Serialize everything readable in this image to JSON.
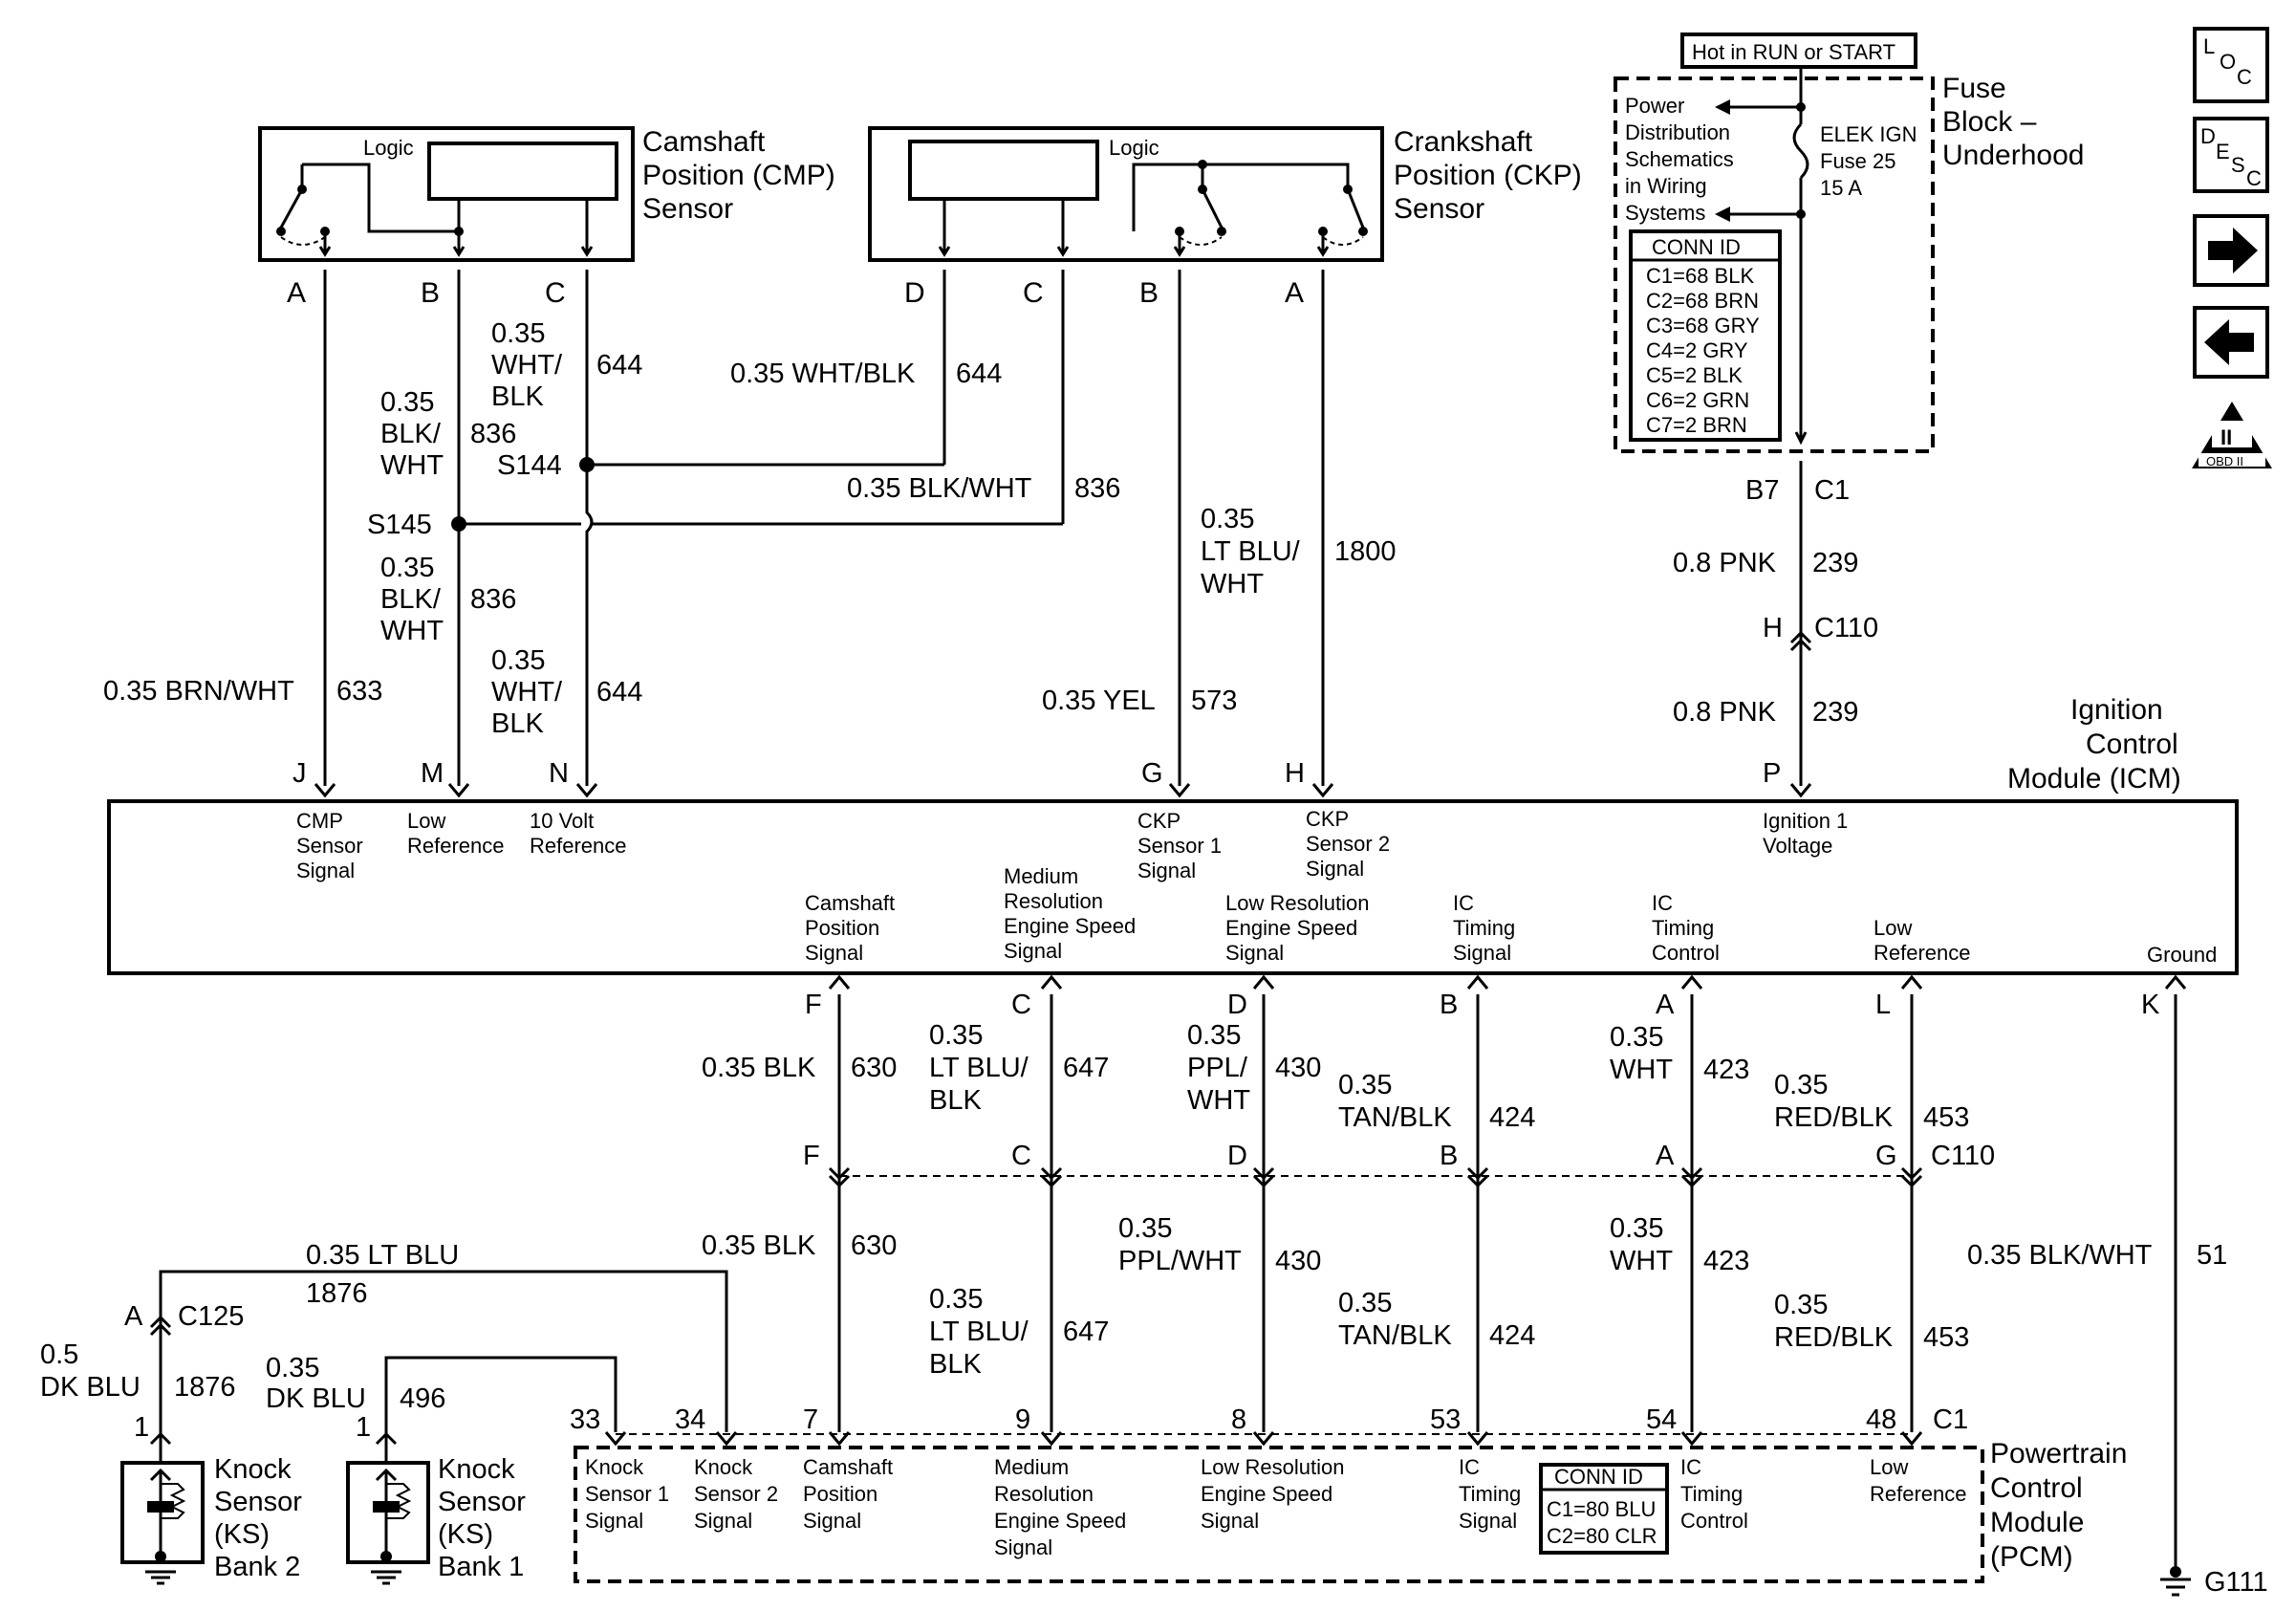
{
  "nav": {
    "loc_l": "L",
    "loc_o": "O",
    "loc_c": "C",
    "desc_d": "D",
    "desc_e": "E",
    "desc_s": "S",
    "desc_c": "C",
    "obd_roman": "II",
    "obd_label": "OBD II"
  },
  "cmp_sensor": {
    "logic": "Logic",
    "title": [
      "Camshaft",
      "Position (CMP)",
      "Sensor"
    ],
    "pins": [
      "A",
      "B",
      "C"
    ]
  },
  "ckp_sensor": {
    "logic": "Logic",
    "title": [
      "Crankshaft",
      "Position (CKP)",
      "Sensor"
    ],
    "pins": [
      "D",
      "C",
      "B",
      "A"
    ]
  },
  "fuse_block": {
    "hot_label": "Hot in RUN or START",
    "power_dist": [
      "Power",
      "Distribution",
      "Schematics",
      "in Wiring",
      "Systems"
    ],
    "fuse": [
      "ELEK IGN",
      "Fuse 25",
      "15 A"
    ],
    "title": [
      "Fuse",
      "Block –",
      "Underhood"
    ],
    "conn_id_title": "CONN ID",
    "conn_ids": [
      "C1=68 BLK",
      "C2=68 BRN",
      "C3=68 GRY",
      "C4=2 GRY",
      "C5=2 BLK",
      "C6=2 GRN",
      "C7=2 BRN"
    ]
  },
  "wires_upper": {
    "cmp_a": {
      "size_color": "0.35 BRN/WHT",
      "circuit": "633"
    },
    "cmp_b_top": {
      "size_color": [
        "0.35",
        "BLK/",
        "WHT"
      ],
      "circuit": "836"
    },
    "cmp_b_bot": {
      "size_color": [
        "0.35",
        "BLK/",
        "WHT"
      ],
      "circuit": "836"
    },
    "cmp_c_top": {
      "size_color": [
        "0.35",
        "WHT/",
        "BLK"
      ],
      "circuit": "644"
    },
    "cmp_c_bot": {
      "size_color": [
        "0.35",
        "WHT/",
        "BLK"
      ],
      "circuit": "644"
    },
    "ckp_d": {
      "size_color": "0.35 WHT/BLK",
      "circuit": "644"
    },
    "ckp_c": {
      "size_color": "0.35 BLK/WHT",
      "circuit": "836"
    },
    "ckp_b": {
      "size_color": "0.35 YEL",
      "circuit": "573"
    },
    "ckp_a": {
      "size_color": [
        "0.35",
        "LT BLU/",
        "WHT"
      ],
      "circuit": "1800"
    },
    "splice_s144": "S144",
    "splice_s145": "S145",
    "ign_top": {
      "size_color": "0.8 PNK",
      "circuit": "239"
    },
    "ign_bot": {
      "size_color": "0.8 PNK",
      "circuit": "239"
    },
    "fuse_conn": {
      "pin": "B7",
      "conn": "C1"
    },
    "c110_upper": {
      "pin": "H",
      "conn": "C110"
    }
  },
  "icm": {
    "title": [
      "Ignition",
      "Control",
      "Module (ICM)"
    ],
    "top_pins": [
      "J",
      "M",
      "N",
      "G",
      "H",
      "P"
    ],
    "top_labels": [
      [
        "CMP",
        "Sensor",
        "Signal"
      ],
      [
        "Low",
        "Reference"
      ],
      [
        "10 Volt",
        "Reference"
      ],
      [
        "CKP",
        "Sensor 1",
        "Signal"
      ],
      [
        "CKP",
        "Sensor 2",
        "Signal"
      ],
      [
        "Ignition 1",
        "Voltage"
      ]
    ],
    "bottom_labels": [
      [
        "Camshaft",
        "Position",
        "Signal"
      ],
      [
        "Medium",
        "Resolution",
        "Engine Speed",
        "Signal"
      ],
      [
        "Low Resolution",
        "Engine Speed",
        "Signal"
      ],
      [
        "IC",
        "Timing",
        "Signal"
      ],
      [
        "IC",
        "Timing",
        "Control"
      ],
      [
        "Low",
        "Reference"
      ],
      [
        "Ground"
      ]
    ],
    "bottom_pins": [
      "F",
      "C",
      "D",
      "B",
      "A",
      "L",
      "K"
    ]
  },
  "wires_lower_top": [
    {
      "size_color": [
        "0.35 BLK"
      ],
      "circuit": "630"
    },
    {
      "size_color": [
        "0.35",
        "LT BLU/",
        "BLK"
      ],
      "circuit": "647"
    },
    {
      "size_color": [
        "0.35",
        "PPL/",
        "WHT"
      ],
      "circuit": "430"
    },
    {
      "size_color": [
        "0.35",
        "TAN/BLK"
      ],
      "circuit": "424"
    },
    {
      "size_color": [
        "0.35",
        "WHT"
      ],
      "circuit": "423"
    },
    {
      "size_color": [
        "0.35",
        "RED/BLK"
      ],
      "circuit": "453"
    }
  ],
  "c110_lower": {
    "pins": [
      "F",
      "C",
      "D",
      "B",
      "A",
      "G"
    ],
    "conn": "C110"
  },
  "wires_lower_bot": [
    {
      "size_color": [
        "0.35 BLK"
      ],
      "circuit": "630"
    },
    {
      "size_color": [
        "0.35",
        "LT BLU/",
        "BLK"
      ],
      "circuit": "647"
    },
    {
      "size_color": [
        "0.35",
        "PPL/WHT"
      ],
      "circuit": "430"
    },
    {
      "size_color": [
        "0.35",
        "TAN/BLK"
      ],
      "circuit": "424"
    },
    {
      "size_color": [
        "0.35",
        "WHT"
      ],
      "circuit": "423"
    },
    {
      "size_color": [
        "0.35",
        "RED/BLK"
      ],
      "circuit": "453"
    }
  ],
  "ground_wire": {
    "size_color": "0.35 BLK/WHT",
    "circuit": "51",
    "ground": "G111"
  },
  "knock": {
    "lt_blu": {
      "size_color": "0.35 LT BLU",
      "circuit": "1876"
    },
    "c125": {
      "pin": "A",
      "conn": "C125"
    },
    "ks2_wire": {
      "size_color": [
        "0.5",
        "DK BLU"
      ],
      "circuit": "1876",
      "pin": "1"
    },
    "ks1_wire": {
      "size_color": [
        "0.35",
        "DK BLU"
      ],
      "circuit": "496",
      "pin": "1"
    },
    "ks2_label": [
      "Knock",
      "Sensor",
      "(KS)",
      "Bank 2"
    ],
    "ks1_label": [
      "Knock",
      "Sensor",
      "(KS)",
      "Bank 1"
    ]
  },
  "pcm": {
    "pins": [
      "33",
      "34",
      "7",
      "9",
      "8",
      "53",
      "54",
      "48"
    ],
    "conn": "C1",
    "labels": [
      [
        "Knock",
        "Sensor 1",
        "Signal"
      ],
      [
        "Knock",
        "Sensor 2",
        "Signal"
      ],
      [
        "Camshaft",
        "Position",
        "Signal"
      ],
      [
        "Medium",
        "Resolution",
        "Engine Speed",
        "Signal"
      ],
      [
        "Low Resolution",
        "Engine Speed",
        "Signal"
      ],
      [
        "IC",
        "Timing",
        "Signal"
      ],
      [
        "IC",
        "Timing",
        "Control"
      ],
      [
        "Low",
        "Reference"
      ]
    ],
    "conn_id_title": "CONN ID",
    "conn_ids": [
      "C1=80 BLU",
      "C2=80 CLR"
    ],
    "title": [
      "Powertrain",
      "Control",
      "Module",
      "(PCM)"
    ]
  }
}
